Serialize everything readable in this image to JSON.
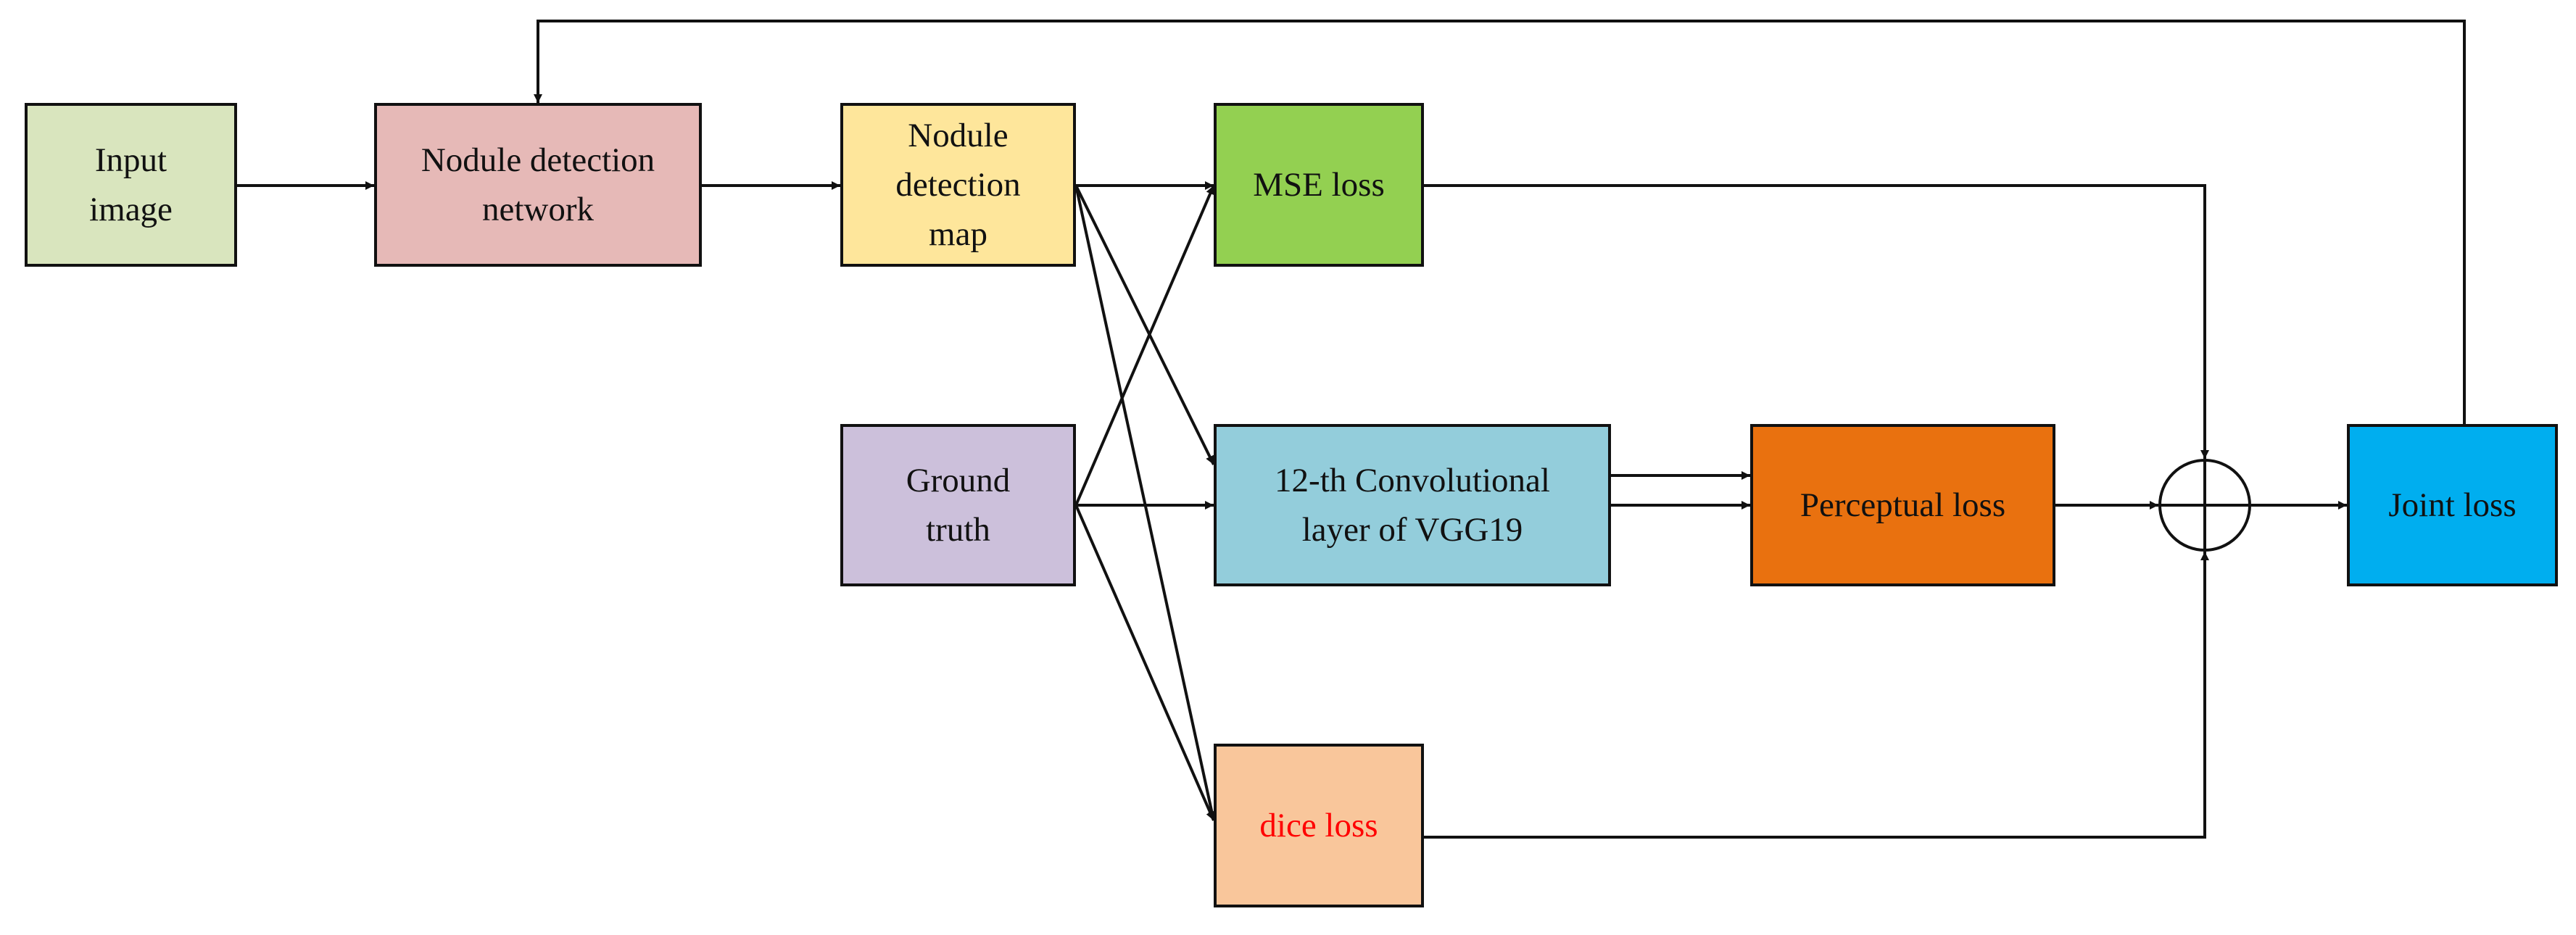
{
  "nodes": {
    "input_image": {
      "label": "Input\nimage",
      "color": "#d9e5be"
    },
    "nodule_detection_network": {
      "label": "Nodule detection\nnetwork",
      "color": "#e6b9b7"
    },
    "nodule_detection_map": {
      "label": "Nodule\ndetection\nmap",
      "color": "#fee69b"
    },
    "mse_loss": {
      "label": "MSE loss",
      "color": "#93d051"
    },
    "ground_truth": {
      "label": "Ground\ntruth",
      "color": "#ccc0db"
    },
    "vgg19_conv_layer": {
      "label": "12-th Convolutional\nlayer of VGG19",
      "color": "#93cddb"
    },
    "perceptual_loss": {
      "label": "Perceptual loss",
      "color": "#e9710f"
    },
    "joint_loss": {
      "label": "Joint loss",
      "color": "#00aeef"
    },
    "dice_loss": {
      "label": "dice loss",
      "color": "#f9c69b",
      "text_color": "#ff0000"
    }
  },
  "sum_node": {
    "symbol": "plus-in-circle"
  },
  "edges": [
    {
      "from": "input_image",
      "to": "nodule_detection_network"
    },
    {
      "from": "nodule_detection_network",
      "to": "nodule_detection_map"
    },
    {
      "from": "nodule_detection_map",
      "to": "mse_loss"
    },
    {
      "from": "nodule_detection_map",
      "to": "vgg19_conv_layer"
    },
    {
      "from": "nodule_detection_map",
      "to": "dice_loss"
    },
    {
      "from": "ground_truth",
      "to": "mse_loss"
    },
    {
      "from": "ground_truth",
      "to": "vgg19_conv_layer"
    },
    {
      "from": "ground_truth",
      "to": "dice_loss"
    },
    {
      "from": "vgg19_conv_layer",
      "to": "perceptual_loss",
      "count": 2
    },
    {
      "from": "mse_loss",
      "to": "sum_node"
    },
    {
      "from": "perceptual_loss",
      "to": "sum_node"
    },
    {
      "from": "dice_loss",
      "to": "sum_node"
    },
    {
      "from": "sum_node",
      "to": "joint_loss"
    },
    {
      "from": "joint_loss",
      "to": "nodule_detection_network",
      "kind": "feedback"
    }
  ]
}
